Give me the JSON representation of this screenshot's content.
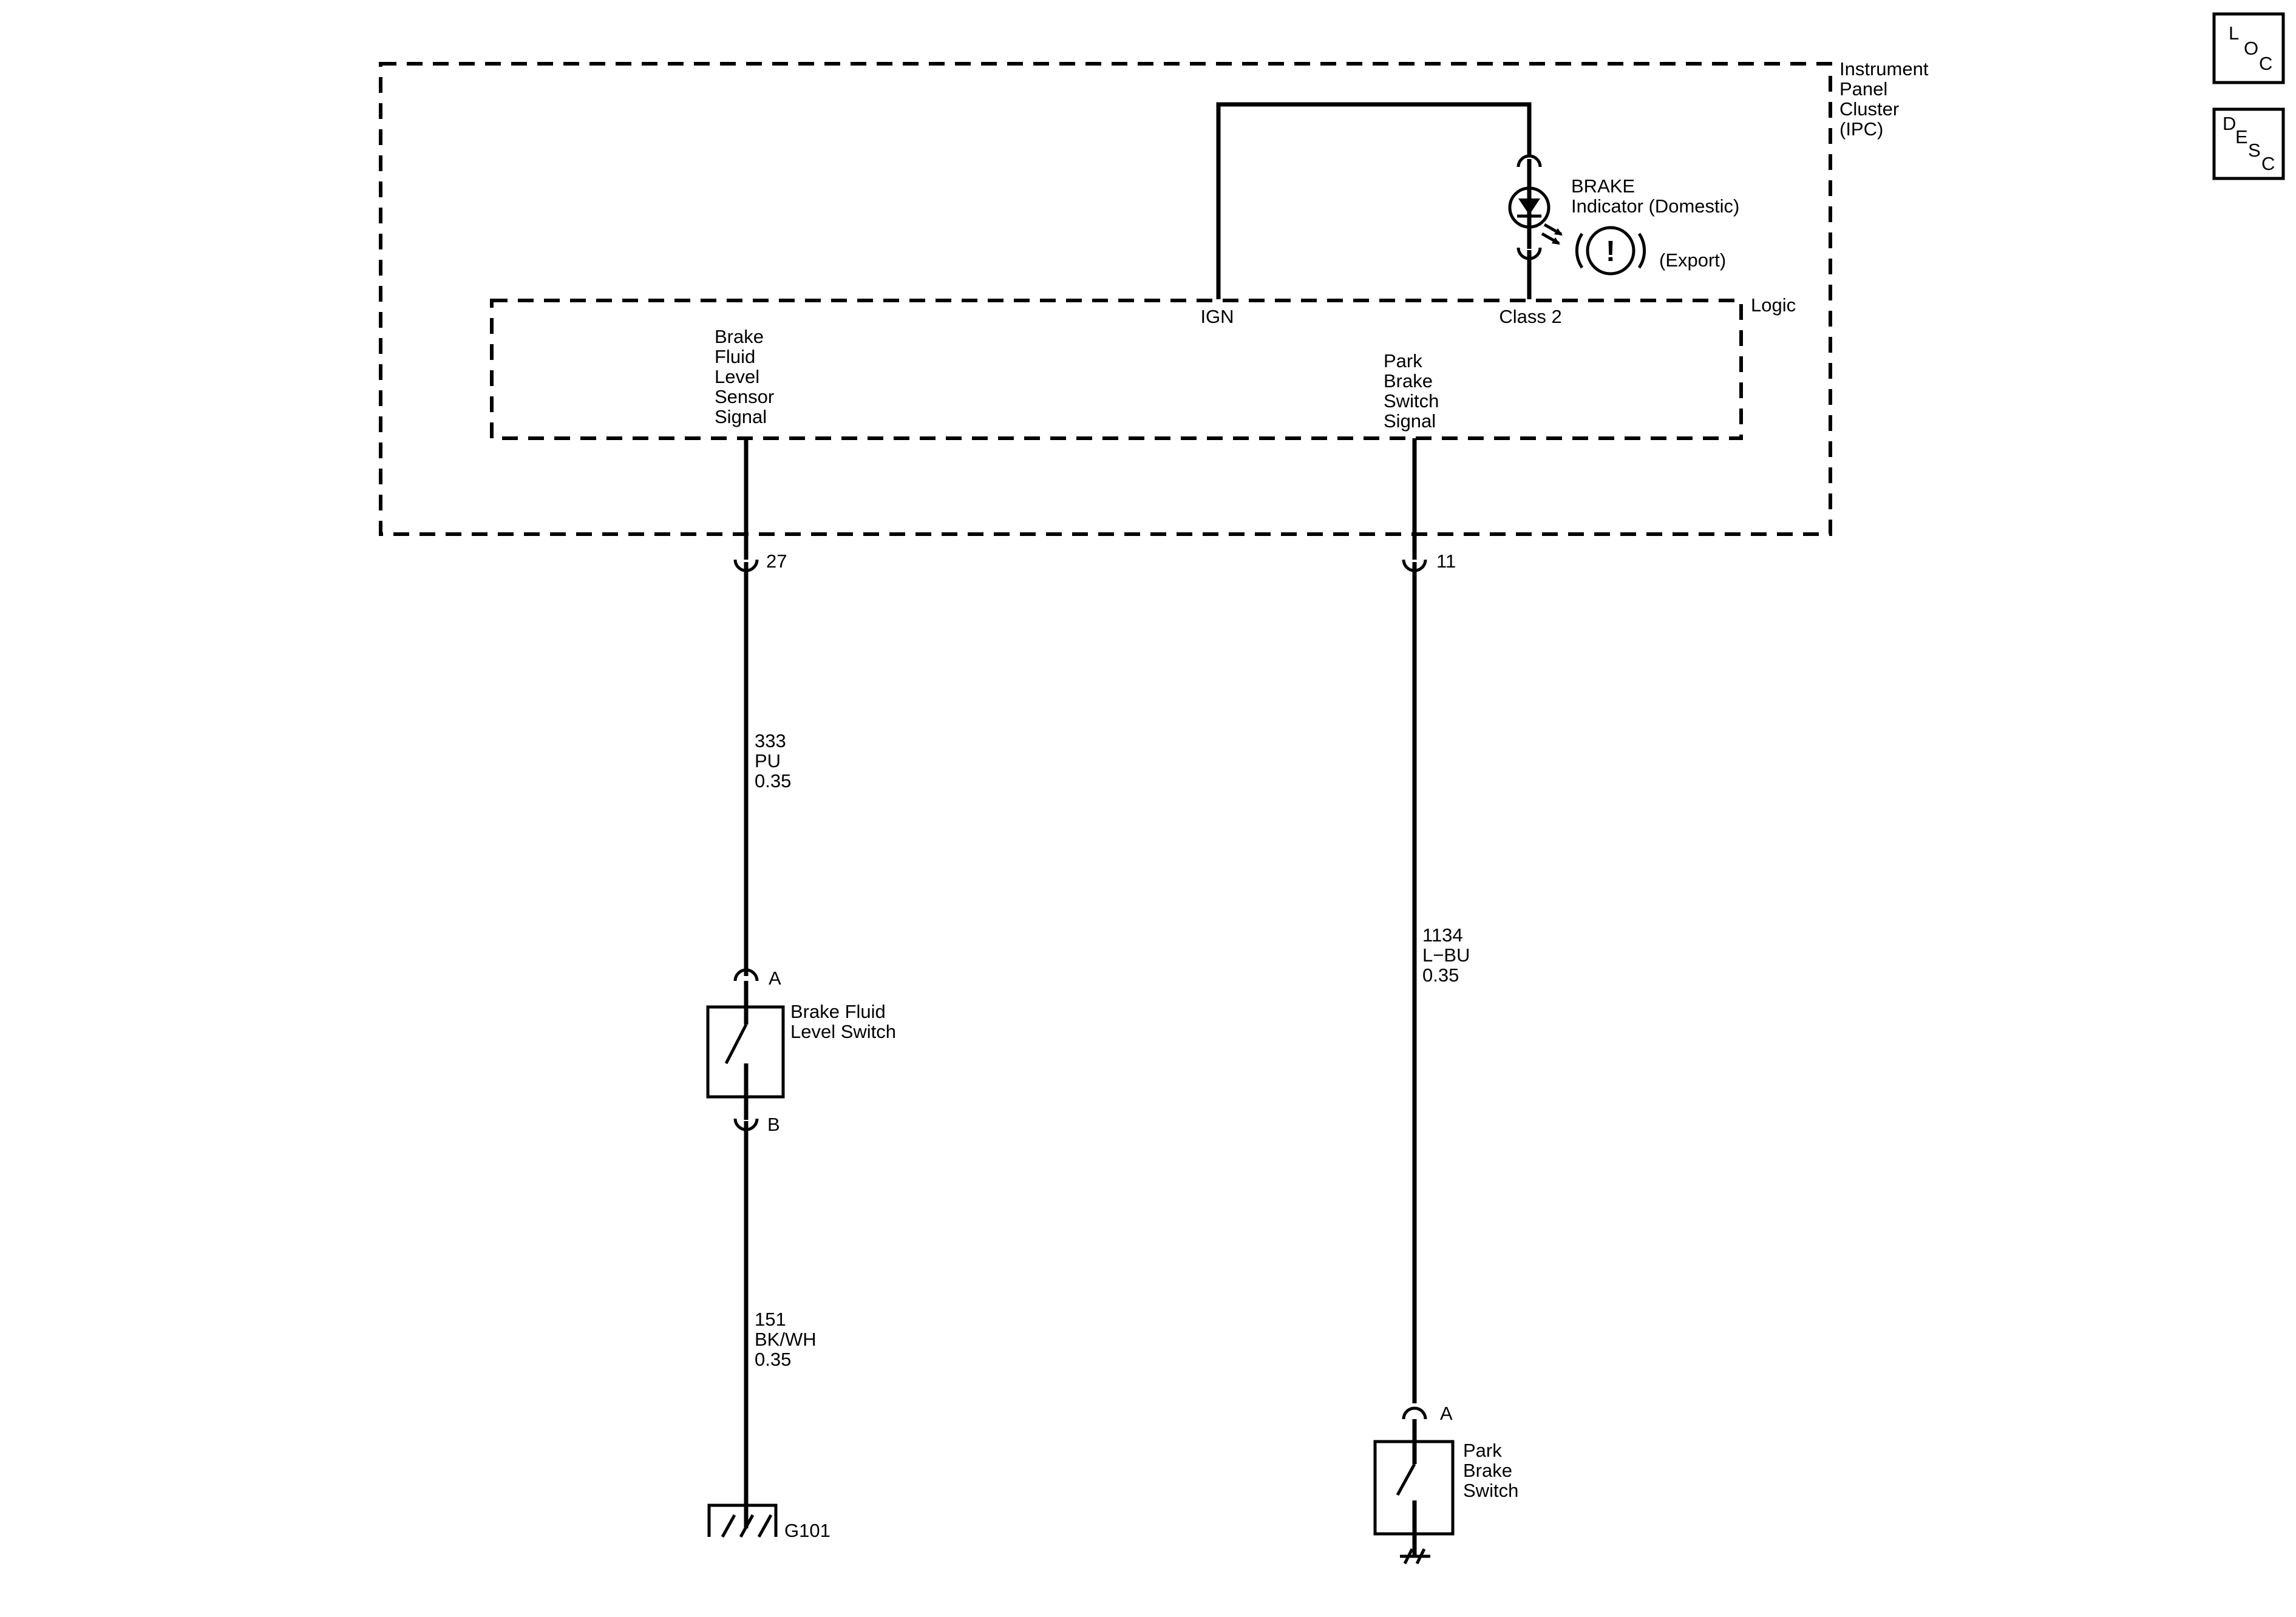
{
  "badges": {
    "loc": [
      "L",
      "O",
      "C"
    ],
    "desc": [
      "D",
      "E",
      "S",
      "C"
    ]
  },
  "modules": {
    "ipc_label": [
      "Instrument",
      "Panel",
      "Cluster",
      "(IPC)"
    ],
    "logic_label": "Logic"
  },
  "indicator": {
    "title": "BRAKE",
    "subtitle": "Indicator (Domestic)",
    "export_label": "(Export)",
    "symbol": "!"
  },
  "logic_pins": {
    "ign": "IGN",
    "class2": "Class 2",
    "brake_fluid_signal": [
      "Brake",
      "Fluid",
      "Level",
      "Sensor",
      "Signal"
    ],
    "park_brake_signal": [
      "Park",
      "Brake",
      "Switch",
      "Signal"
    ]
  },
  "connectors": {
    "left_pin": "27",
    "right_pin": "11"
  },
  "wires": {
    "w333": [
      "333",
      "PU",
      "0.35"
    ],
    "w1134": [
      "1134",
      "L−BU",
      "0.35"
    ],
    "w151": [
      "151",
      "BK/WH",
      "0.35"
    ]
  },
  "components": {
    "brake_fluid_switch": {
      "pin_a": "A",
      "pin_b": "B",
      "label": [
        "Brake Fluid",
        "Level Switch"
      ]
    },
    "park_brake_switch": {
      "pin_a": "A",
      "label": [
        "Park",
        "Brake",
        "Switch"
      ]
    },
    "ground": "G101"
  },
  "colors": {
    "line": "#000000",
    "background": "#ffffff"
  }
}
